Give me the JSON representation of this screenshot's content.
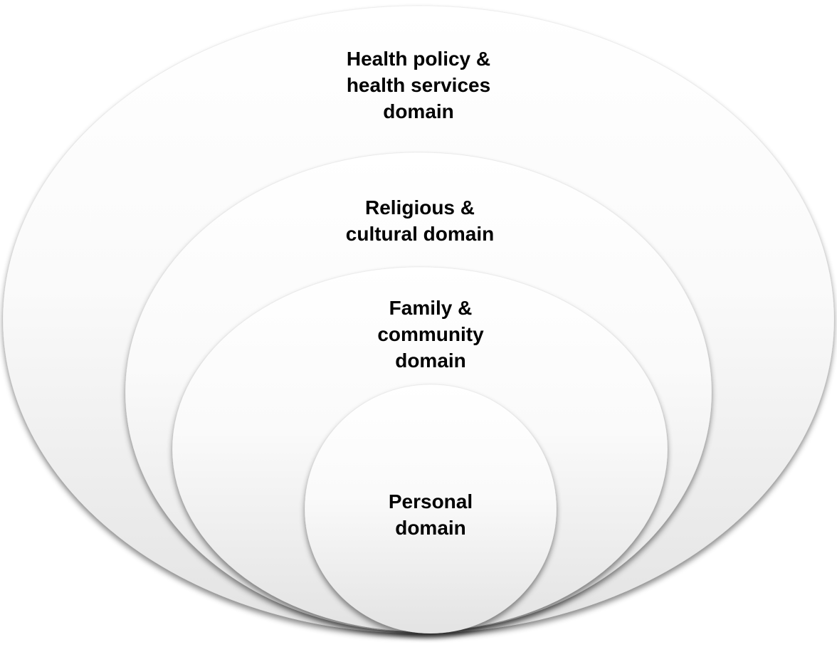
{
  "diagram": {
    "type": "nested-ellipses",
    "description": "Four concentric bottom-aligned oval domains, largest to smallest",
    "colors": {
      "bg": "#ffffff",
      "text-color": "#000000",
      "fill-top": "#ffffff",
      "fill-mid": "#fafafa",
      "fill-bottom": "#e3e3e3"
    },
    "rings": [
      {
        "id": "health-policy-health-services",
        "level": 1,
        "label": "Health policy &\nhealth services\ndomain"
      },
      {
        "id": "religious-cultural",
        "level": 2,
        "label": "Religious &\ncultural domain"
      },
      {
        "id": "family-community",
        "level": 3,
        "label": "Family &\ncommunity\ndomain"
      },
      {
        "id": "personal",
        "level": 4,
        "label": "Personal\ndomain"
      }
    ]
  }
}
